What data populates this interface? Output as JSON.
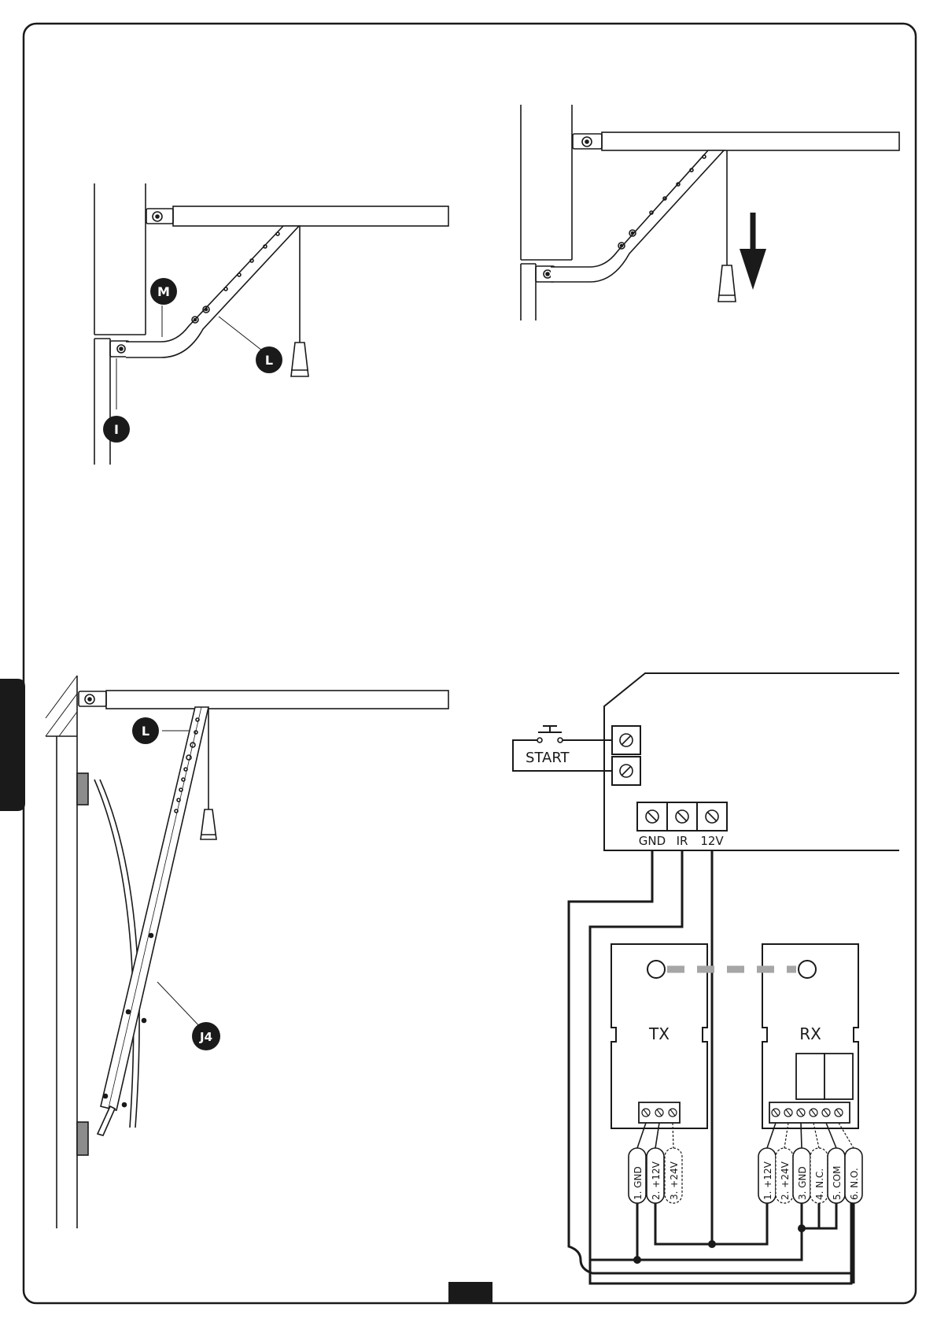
{
  "page": {
    "border_color": "#1a1a1a",
    "side_tab_color": "#1a1a1a",
    "page_number_box_color": "#1a1a1a"
  },
  "figure_top_left": {
    "callouts": [
      {
        "id": "M",
        "label": "M"
      },
      {
        "id": "L",
        "label": "L"
      },
      {
        "id": "I",
        "label": "I"
      }
    ]
  },
  "figure_top_right": {
    "arrow_direction": "down"
  },
  "figure_bottom_left": {
    "callouts": [
      {
        "id": "L",
        "label": "L"
      },
      {
        "id": "J4",
        "label": "J4"
      }
    ]
  },
  "wiring_diagram": {
    "start_label": "START",
    "control_terminals": [
      "GND",
      "IR",
      "12V"
    ],
    "tx_label": "TX",
    "rx_label": "RX",
    "tx_terminals": [
      "1. GND",
      "2. +12V",
      "3. +24V"
    ],
    "rx_terminals": [
      "1. +12V",
      "2. +24V",
      "3. GND",
      "4. N.C.",
      "5. COM",
      "6. N.O."
    ],
    "beam_color": "#a6a6a6"
  }
}
